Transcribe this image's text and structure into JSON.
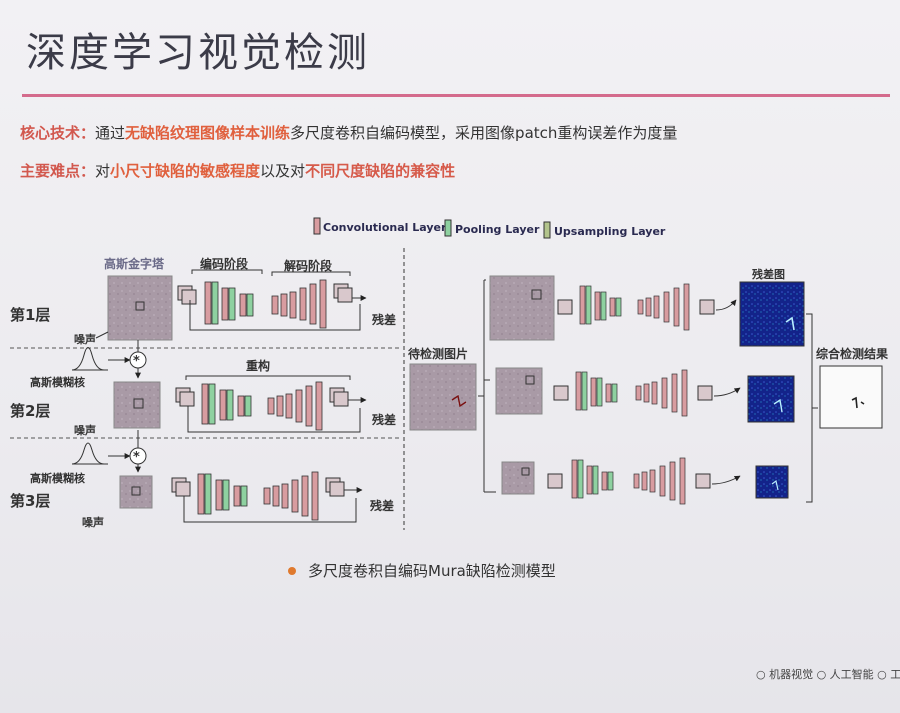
{
  "title": "深度学习视觉检测",
  "core_tech": {
    "label": "核心技术：",
    "pre": "通过",
    "highlight": "无缺陷纹理图像样本训练",
    "post": "多尺度卷积自编码模型，采用图像patch重构误差作为度量"
  },
  "difficulty": {
    "label": "主要难点：",
    "pre": "对",
    "highlight1": "小尺寸缺陷的敏感程度",
    "mid": "以及对",
    "highlight2": "不同尺度缺陷的兼容性"
  },
  "legend": {
    "conv": "Convolutional Layer",
    "pool": "Pooling Layer",
    "up": "Upsampling Layer"
  },
  "left": {
    "pyramid": "高斯金字塔",
    "encode": "编码阶段",
    "decode": "解码阶段",
    "reconstruct": "重构",
    "layer1": "第1层",
    "layer2": "第2层",
    "layer3": "第3层",
    "noise": "噪声",
    "gauss": "高斯模糊核",
    "residual": "残差"
  },
  "right": {
    "input": "待检测图片",
    "residual_map": "残差图",
    "result": "综合检测结果"
  },
  "caption": "多尺度卷积自编码Mura缺陷检测模型",
  "footer": "○ 机器视觉 ○ 人工智能 ○ 工业"
}
